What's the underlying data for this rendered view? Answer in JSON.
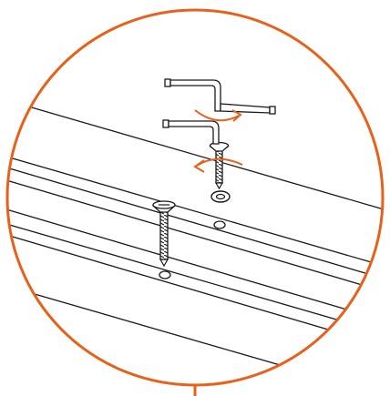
{
  "diagram": {
    "colors": {
      "frame": "#E8611A",
      "line": "#1a1a1a",
      "background": "#ffffff"
    },
    "parts": {
      "allen_key_count": 2,
      "screw_count": 2,
      "washer_count": 1,
      "pilot_hole_count": 2,
      "rotation_arrow_count": 2
    }
  }
}
